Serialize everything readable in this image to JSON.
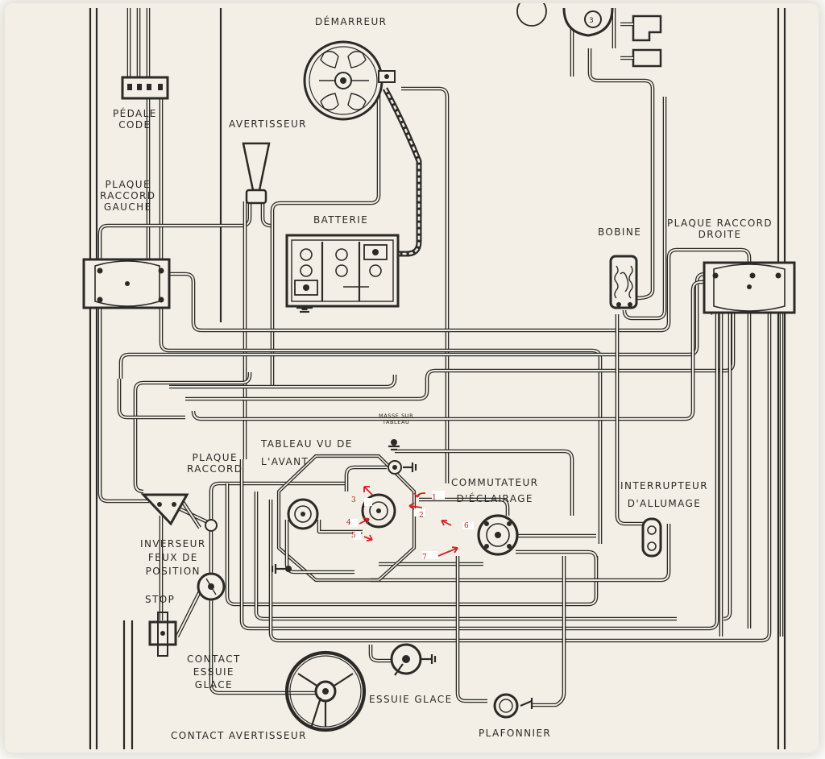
{
  "components": {
    "demarreur": "DÉMARREUR",
    "pedale_code": [
      "PÉDALE",
      "CODE"
    ],
    "avertisseur": "AVERTISSEUR",
    "plaque_raccord_gauche": [
      "PLAQUE",
      "RACCORD",
      "GAUCHE"
    ],
    "batterie": "BATTERIE",
    "bobine": "BOBINE",
    "plaque_raccord_droite": [
      "PLAQUE RACCORD",
      "DROITE"
    ],
    "masse_sur_tableau": [
      "MASSE SUR",
      "TABLEAU"
    ],
    "tableau_vu_de_lavant": [
      "TABLEAU VU DE",
      "L'AVANT"
    ],
    "plaque_raccord": [
      "PLAQUE",
      "RACCORD"
    ],
    "commutateur_declairage": [
      "COMMUTATEUR",
      "D'ÉCLAIRAGE"
    ],
    "interrupteur_dallumage": [
      "INTERRUPTEUR",
      "D'ALLUMAGE"
    ],
    "inverseur_feux_de_position": [
      "INVERSEUR",
      "FEUX DE",
      "POSITION"
    ],
    "stop": "STOP",
    "contact_essuie_glace": [
      "CONTACT",
      "ESSUIE",
      "GLACE"
    ],
    "essuie_glace": "ESSUIE GLACE",
    "plafonnier": "PLAFONNIER",
    "contact_avertisseur": "CONTACT  AVERTISSEUR",
    "coil_terminal": "3"
  },
  "annotations": {
    "terminal_numbers": [
      "1",
      "2",
      "3",
      "4",
      "5",
      "6",
      "7"
    ]
  },
  "colors": {
    "paper": "#f3efe6",
    "ink": "#2b2a28",
    "annotation_red": "#d32222"
  }
}
